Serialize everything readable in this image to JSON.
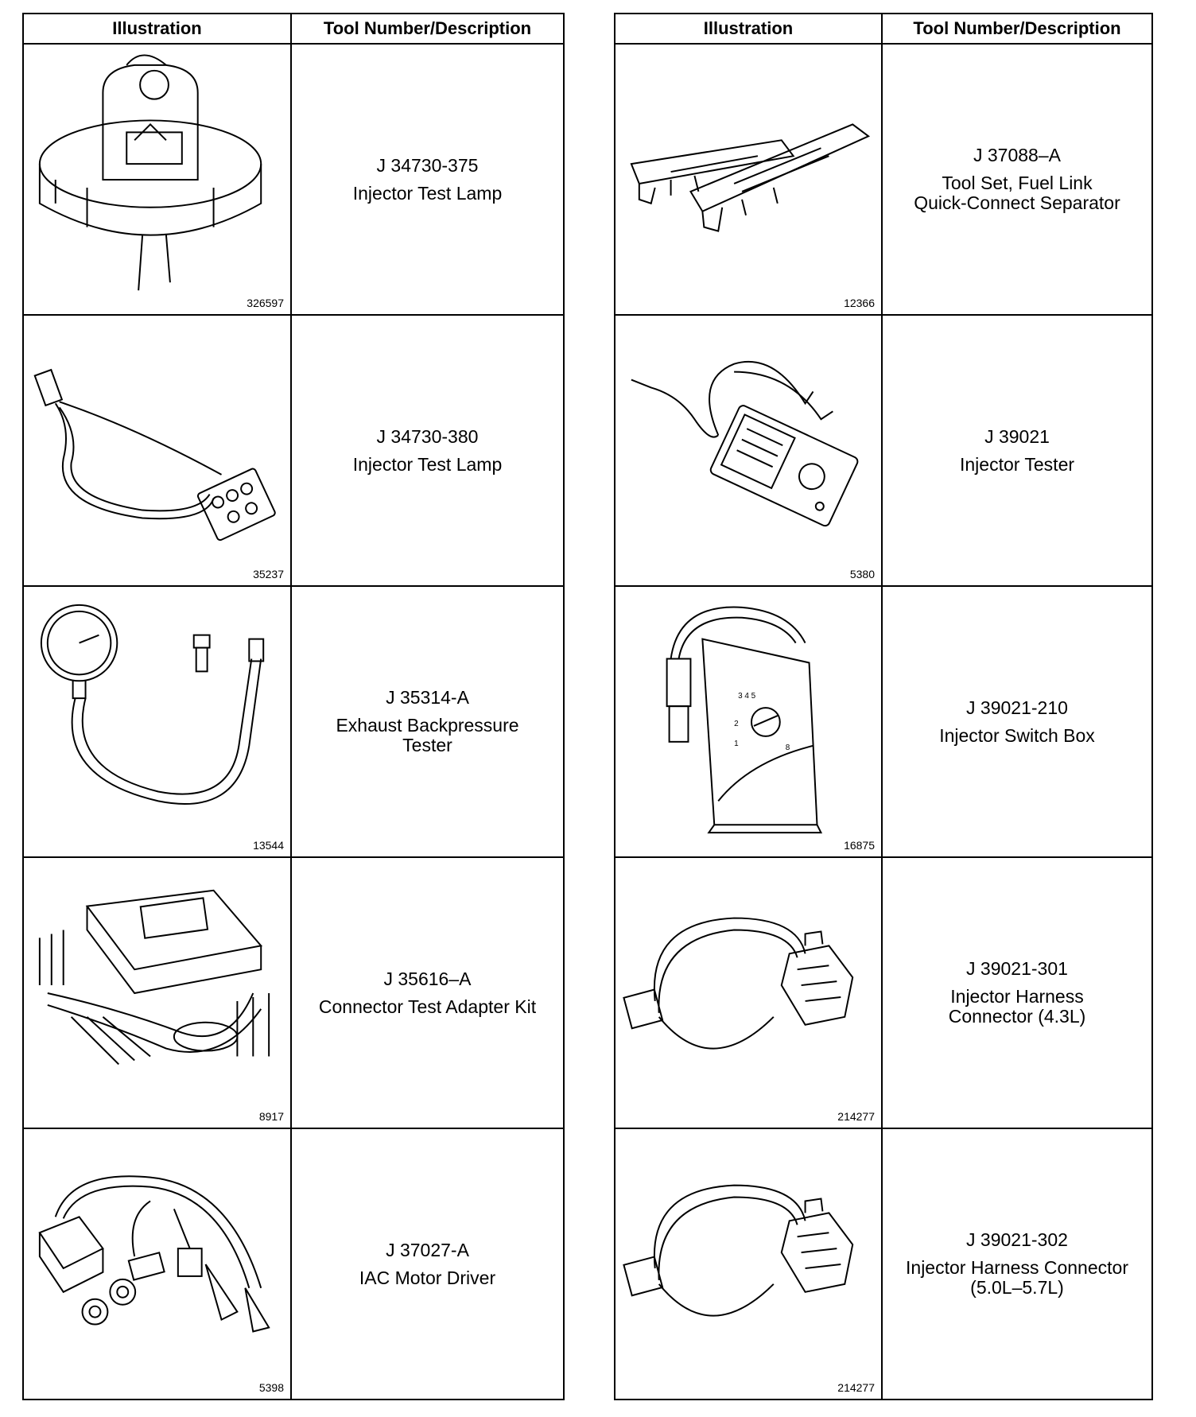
{
  "headers": {
    "illustration": "Illustration",
    "tool": "Tool Number/Description"
  },
  "left": [
    {
      "number": "J 34730-375",
      "description": "Injector Test Lamp",
      "figure": "326597",
      "icon": "test-lamp-icon"
    },
    {
      "number": "J 34730-380",
      "description": "Injector Test Lamp",
      "figure": "35237",
      "icon": "test-lamp-cable-icon"
    },
    {
      "number": "J 35314-A",
      "description": "Exhaust Backpressure\nTester",
      "figure": "13544",
      "icon": "pressure-gauge-icon"
    },
    {
      "number": "J 35616–A",
      "description": "Connector Test Adapter Kit",
      "figure": "8917",
      "icon": "adapter-kit-icon"
    },
    {
      "number": "J 37027-A",
      "description": "IAC Motor Driver",
      "figure": "5398",
      "icon": "motor-driver-icon"
    }
  ],
  "right": [
    {
      "number": "J 37088–A",
      "description": "Tool Set, Fuel Link\nQuick-Connect Separator",
      "figure": "12366",
      "icon": "separator-tool-icon"
    },
    {
      "number": "J 39021",
      "description": "Injector Tester",
      "figure": "5380",
      "icon": "injector-tester-icon"
    },
    {
      "number": "J 39021-210",
      "description": "Injector Switch Box",
      "figure": "16875",
      "icon": "switch-box-icon"
    },
    {
      "number": "J 39021-301",
      "description": "Injector Harness\nConnector (4.3L)",
      "figure": "214277",
      "icon": "harness-connector-icon"
    },
    {
      "number": "J 39021-302",
      "description": "Injector Harness Connector\n(5.0L–5.7L)",
      "figure": "214277",
      "icon": "harness-connector-icon"
    }
  ]
}
